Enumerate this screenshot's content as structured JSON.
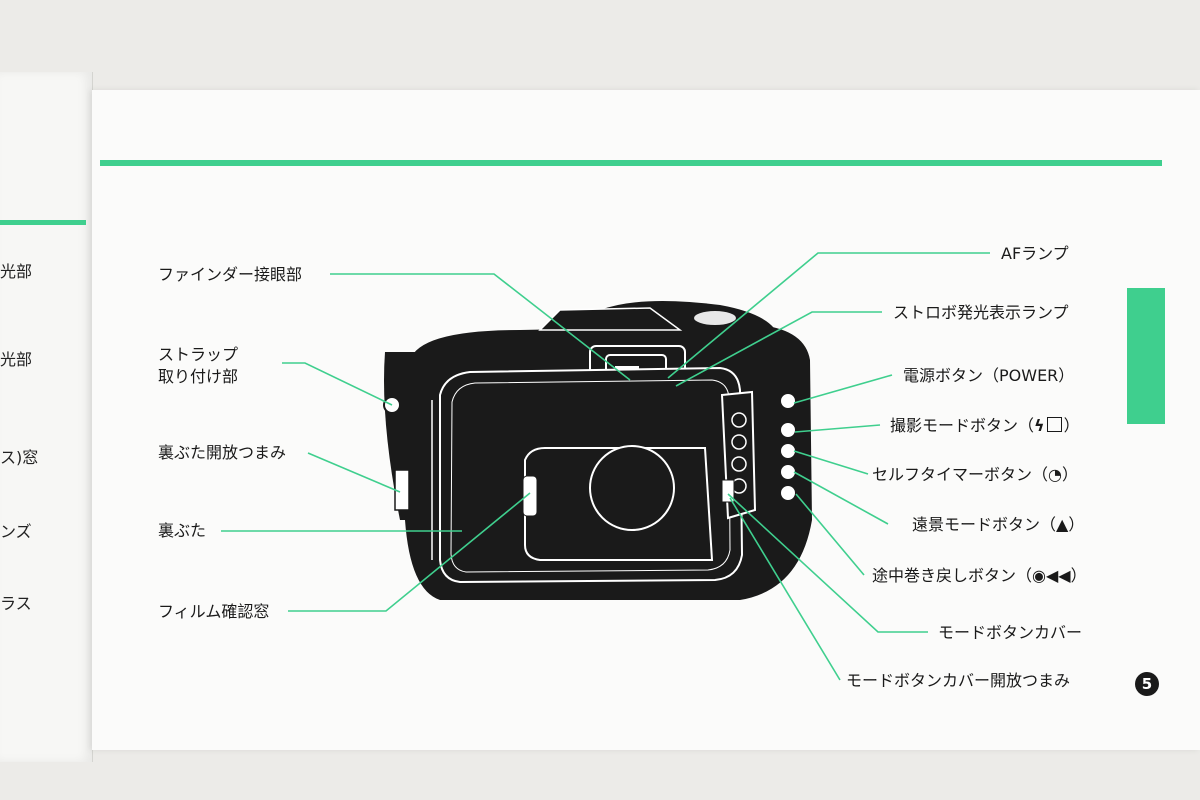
{
  "colors": {
    "accent": "#3fcf8e",
    "ink": "#1a1a1a"
  },
  "left_page": {
    "labels": [
      "光部",
      "光部",
      "ス)窓",
      "ンズ",
      "ラス"
    ]
  },
  "diagram": {
    "labels_left": [
      "ファインダー接眼部",
      "ストラップ",
      "取り付け部",
      "裏ぶた開放つまみ",
      "裏ぶた",
      "フィルム確認窓"
    ],
    "labels_right": [
      "AFランプ",
      "ストロボ発光表示ランプ",
      "電源ボタン（POWER）",
      "撮影モードボタン（",
      "）",
      "セルフタイマーボタン（",
      "）",
      "遠景モードボタン（",
      "）",
      "途中巻き戻しボタン（",
      "）",
      "モードボタンカバー",
      "モードボタンカバー開放つまみ"
    ],
    "icons": [
      "flash-icon",
      "scene-icon",
      "self-timer-icon",
      "mountain-icon",
      "rewind-icon"
    ]
  },
  "page_number": "5"
}
